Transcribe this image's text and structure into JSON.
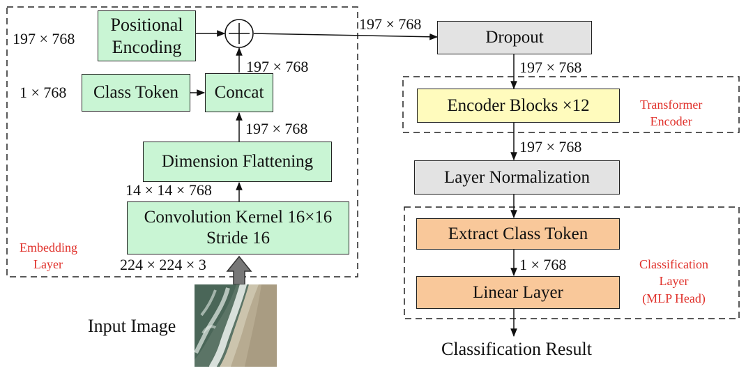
{
  "embedding": {
    "positional_encoding": [
      "Positional",
      "Encoding"
    ],
    "class_token": "Class Token",
    "concat": "Concat",
    "dimension_flattening": "Dimension Flattening",
    "conv_kernel": [
      "Convolution Kernel 16×16",
      "Stride 16"
    ],
    "group_label": [
      "Embedding",
      "Layer"
    ],
    "input_image": "Input Image"
  },
  "dims": {
    "pos_enc": "197 × 768",
    "class_token": "1 × 768",
    "after_concat": "197 × 768",
    "into_concat": "197 × 768",
    "after_conv": "14 × 14 × 768",
    "input": "224 × 224 × 3",
    "to_dropout": "197 × 768",
    "after_dropout": "197 × 768",
    "after_encoder": "197 × 768",
    "after_extract": "1 × 768"
  },
  "pipeline": {
    "dropout": "Dropout",
    "encoder_blocks": "Encoder Blocks ×12",
    "encoder_group": [
      "Transformer",
      "Encoder"
    ],
    "layer_norm": "Layer Normalization",
    "extract_class_token": "Extract Class Token",
    "linear_layer": "Linear Layer",
    "classification_group": [
      "Classification",
      "Layer",
      "(MLP Head)"
    ],
    "result": "Classification Result"
  },
  "colors": {
    "embedding_box": "#c9f5d4",
    "dropout_box": "#e3e3e3",
    "encoder_box": "#fffbbd",
    "head_box": "#f9c89a",
    "group_label": "#e0302a"
  }
}
